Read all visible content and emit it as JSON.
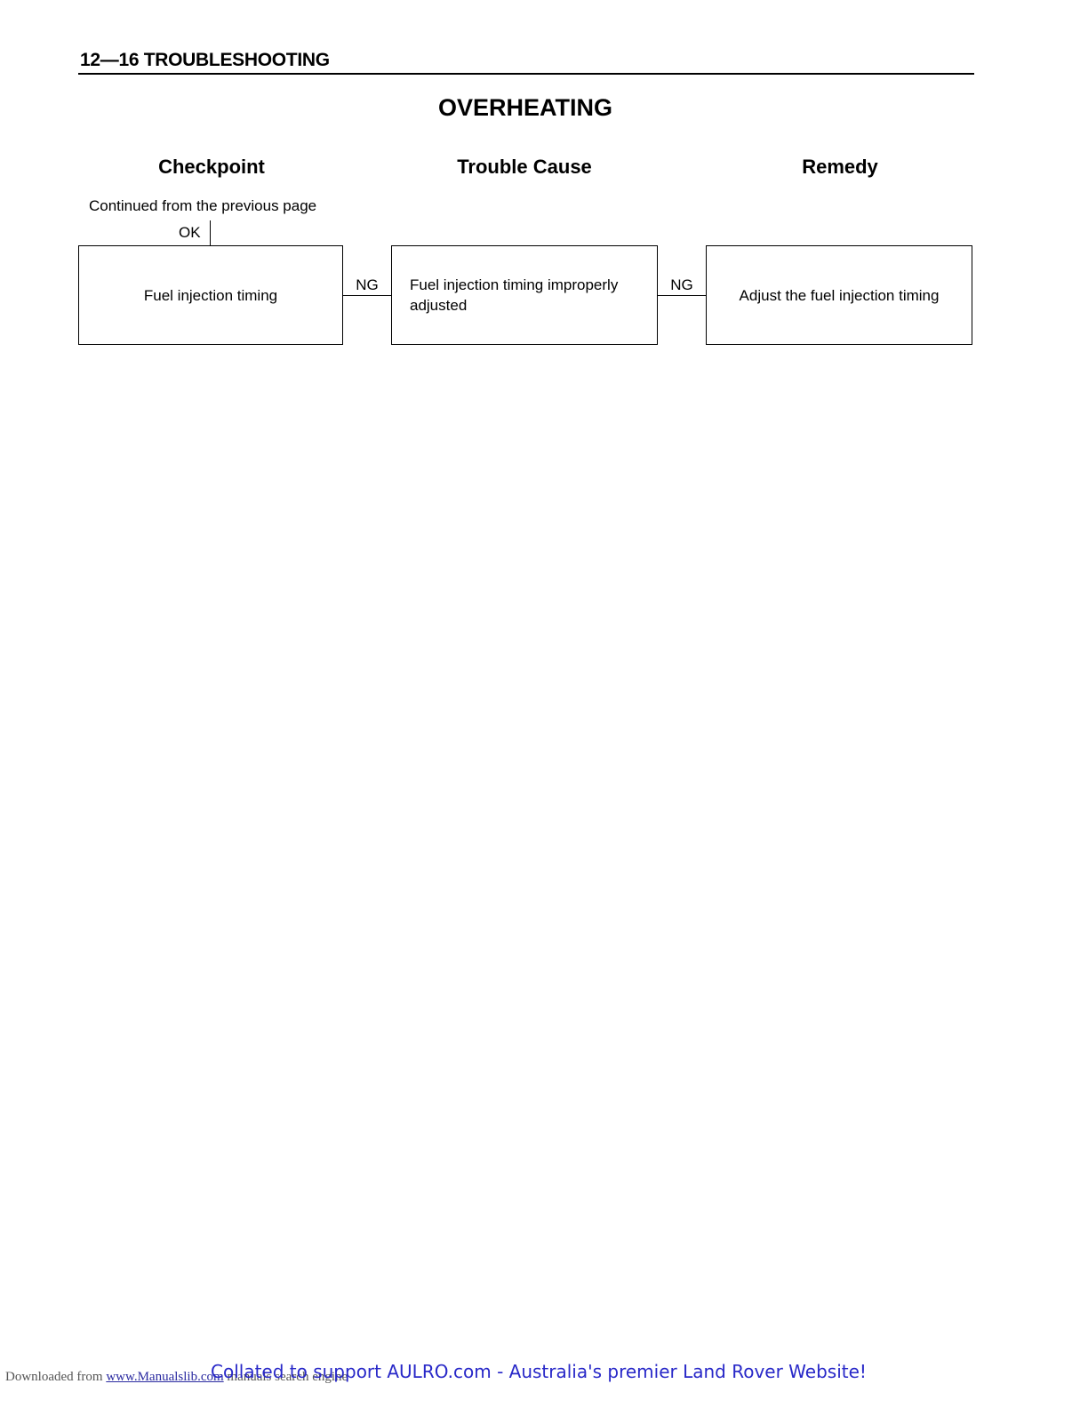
{
  "header": {
    "page_title": "12—16 TROUBLESHOOTING"
  },
  "heading": "OVERHEATING",
  "columns": {
    "checkpoint": "Checkpoint",
    "trouble_cause": "Trouble Cause",
    "remedy": "Remedy"
  },
  "flow": {
    "continued_text": "Continued from the previous page",
    "ok_label": "OK",
    "checkpoint_box": "Fuel injection timing",
    "ng_label_1": "NG",
    "trouble_box": "Fuel injection timing improperly adjusted",
    "ng_label_2": "NG",
    "remedy_box": "Adjust the fuel injection timing"
  },
  "footer": {
    "downloaded_prefix": "Downloaded from ",
    "downloaded_link": "www.Manualslib.com",
    "downloaded_suffix": " manuals search engine",
    "collated": "Collated to support AULRO.com - Australia's premier Land Rover Website!"
  }
}
